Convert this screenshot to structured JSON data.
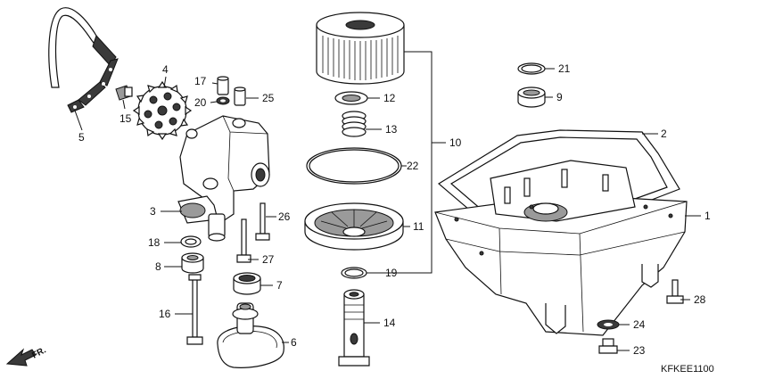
{
  "diagram": {
    "code": "KFKEE1100",
    "front_marker": "FR.",
    "callouts": {
      "c1": "1",
      "c2": "2",
      "c3": "3",
      "c4": "4",
      "c5": "5",
      "c6": "6",
      "c7": "7",
      "c8": "8",
      "c9": "9",
      "c10": "10",
      "c11": "11",
      "c12": "12",
      "c13": "13",
      "c14": "14",
      "c15": "15",
      "c16": "16",
      "c17": "17",
      "c18": "18",
      "c19": "19",
      "c20": "20",
      "c21": "21",
      "c22": "22",
      "c23": "23",
      "c24": "24",
      "c25": "25",
      "c26": "26",
      "c27": "27",
      "c28": "28"
    }
  }
}
